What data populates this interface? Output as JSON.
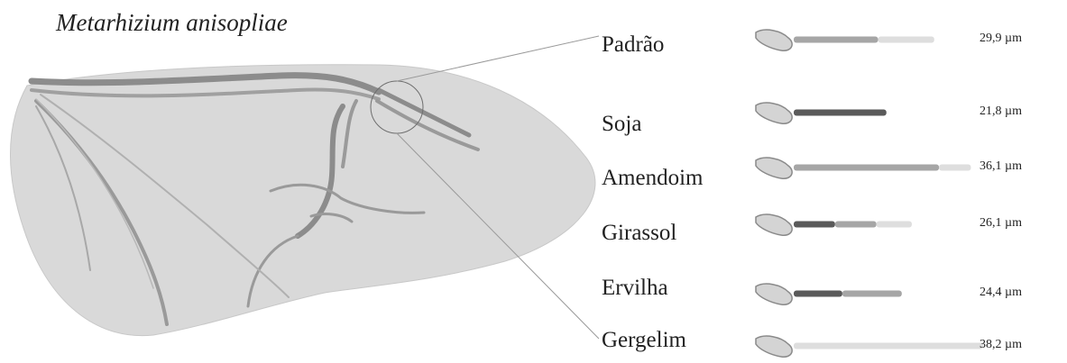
{
  "title": "Metarhizium anisopliae",
  "rows": [
    {
      "label": "Padrão",
      "value": "29,9 µm",
      "length_um": 29.9,
      "dark_fraction": 0.0,
      "mid_fraction": 0.6
    },
    {
      "label": "Soja",
      "value": "21,8 µm",
      "length_um": 21.8,
      "dark_fraction": 1.0,
      "mid_fraction": 0.0
    },
    {
      "label": "Amendoim",
      "value": "36,1 µm",
      "length_um": 36.1,
      "dark_fraction": 0.0,
      "mid_fraction": 0.82
    },
    {
      "label": "Girassol",
      "value": "26,1 µm",
      "length_um": 26.1,
      "dark_fraction": 0.35,
      "mid_fraction": 0.35
    },
    {
      "label": "Ervilha",
      "value": "24,4 µm",
      "length_um": 24.4,
      "dark_fraction": 0.45,
      "mid_fraction": 0.55
    },
    {
      "label": "Gergelim",
      "value": "38,2 µm",
      "length_um": 38.2,
      "dark_fraction": 0.0,
      "mid_fraction": 0.0
    }
  ],
  "colors": {
    "wing_fill": "#d9d9d9",
    "wing_vein": "#8c8c8c",
    "spore_fill": "#d4d4d4",
    "spore_stroke": "#8a8a8a",
    "tube_dark": "#5a5a5a",
    "tube_mid": "#a6a6a6",
    "tube_light": "#dedede",
    "leader_line": "#9a9a9a"
  }
}
